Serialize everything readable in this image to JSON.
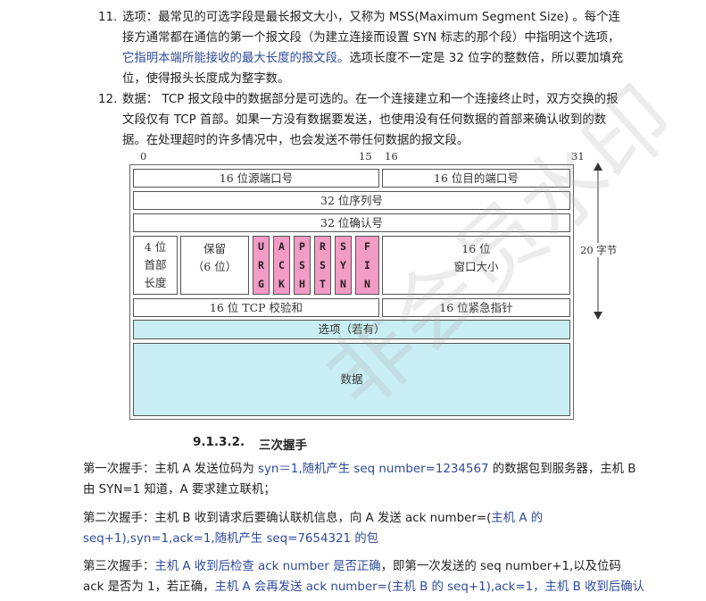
{
  "items": [
    {
      "number": "11.",
      "lines": [
        "选项：最常见的可选字段是最长报文大小，又称为 MSS(Maximum Segment Size) 。每个连",
        "接方通常都在通信的第一个报文段（为建立连接而设置 SYN 标志的那个段）中指明这个选项，",
        "它指明本端所能接收的最大长度的报文段。选项长度不一定是 32 位字的整数倍，所以要加填充",
        "位，使得报头长度成为整字数。"
      ]
    },
    {
      "number": "12.",
      "lines": [
        "数据： TCP 报文段中的数据部分是可选的。在一个连接建立和一个连接终止时，双方交换的报",
        "文段仅有 TCP 首部。如果一方没有数据要发送，也使用没有任何数据的首部来确认收到的数",
        "据。在处理超时的许多情况中，也会发送不带任何数据的报文段。"
      ]
    }
  ],
  "item11_blue_part": "它指明本端所能接收的最大长度的报文段。",
  "item11_rest_part": "选项长度不一定是 32 位字的整数倍，所以要加填充",
  "diagram": {
    "bit_labels": {
      "b0": "0",
      "b15": "15",
      "b16": "16",
      "b31": "31"
    },
    "src_port": "16 位源端口号",
    "dst_port": "16 位目的端口号",
    "seq": "32 位序列号",
    "ack": "32 位确认号",
    "header_len": [
      "4 位",
      "首部",
      "长度"
    ],
    "reserved": [
      "保留",
      "（6 位）"
    ],
    "flags": [
      [
        "U",
        "R",
        "G"
      ],
      [
        "A",
        "C",
        "K"
      ],
      [
        "P",
        "S",
        "H"
      ],
      [
        "R",
        "S",
        "T"
      ],
      [
        "S",
        "Y",
        "N"
      ],
      [
        "F",
        "I",
        "N"
      ]
    ],
    "window": [
      "16 位",
      "窗口大小"
    ],
    "checksum": "16 位 TCP 校验和",
    "urgent": "16 位紧急指针",
    "options": "选项（若有）",
    "data": "数据",
    "bytes_label": "20 字节",
    "flag_color": "#f29bc5",
    "options_color": "#c9eef3"
  },
  "section_heading": {
    "number": "9.1.3.2.",
    "title": "三次握手"
  },
  "handshake": {
    "first_line1_a": "第一次握手：主机 A 发送位码为 ",
    "first_line1_b": "syn＝1,随机产生 seq number=1234567",
    "first_line1_c": " 的数据包到服务器，主机 B",
    "first_line2": "由 SYN=1 知道，A 要求建立联机；",
    "second_line1_a": "第二次握手：主机 B 收到请求后要确认联机信息，向 A 发送 ack number=(",
    "second_line1_b": "主机 A 的",
    "second_line2": "seq+1),syn=1,ack=1,随机产生 seq=7654321 的包",
    "third_line1_a": "第三次握手：",
    "third_line1_b": "主机 A 收到后检查 ack number 是否正确",
    "third_line1_c": "，即第一次发送的 seq number+1,以及位码",
    "third_line2_a": "ack 是否为 1，若正确，",
    "third_line2_b": "主机 A 会再发送 ack number=(主机 B 的 seq+1),ack=1，主机 B 收到后确认"
  },
  "watermark": "非会员水印"
}
